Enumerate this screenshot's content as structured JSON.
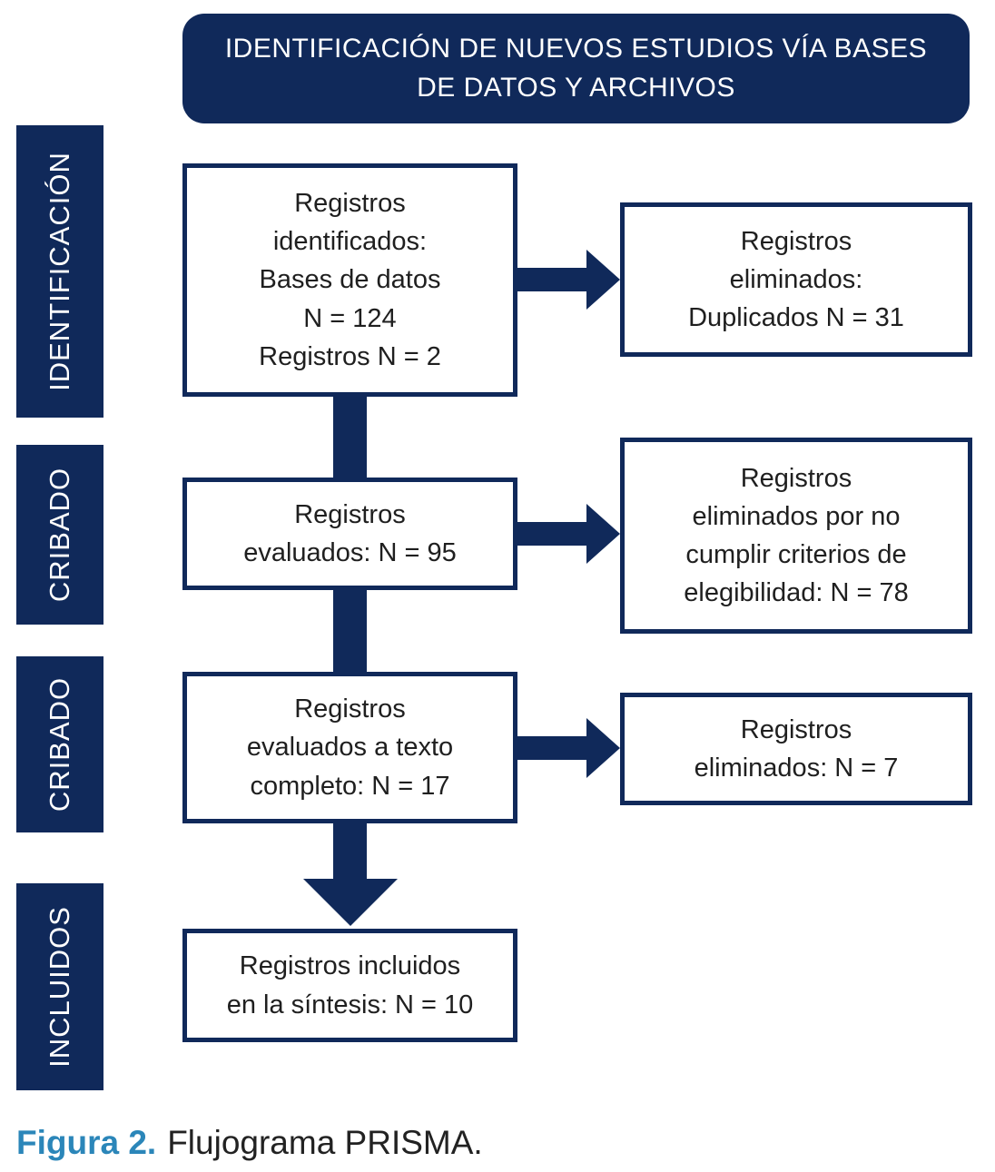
{
  "colors": {
    "navy": "#10295a",
    "caption_blue": "#2b86b9",
    "text_dark": "#1f1f1f"
  },
  "header": {
    "title": "IDENTIFICACIÓN DE NUEVOS ESTUDIOS VÍA BASES\nDE DATOS Y ARCHIVOS"
  },
  "sidebar": {
    "stages": [
      {
        "label": "IDENTIFICACIÓN"
      },
      {
        "label": "CRIBADO"
      },
      {
        "label": "CRIBADO"
      },
      {
        "label": "INCLUIDOS"
      }
    ]
  },
  "flow": {
    "main_boxes": [
      {
        "text": "Registros\nidentificados:\nBases de datos\nN = 124\nRegistros N = 2"
      },
      {
        "text": "Registros\nevaluados: N = 95"
      },
      {
        "text": "Registros\nevaluados a texto\ncompleto: N = 17"
      },
      {
        "text": "Registros incluidos\nen la síntesis: N = 10"
      }
    ],
    "side_boxes": [
      {
        "text": "Registros\neliminados:\nDuplicados N = 31"
      },
      {
        "text": "Registros\neliminados por no\ncumplir criterios de\nelegibilidad: N = 78"
      },
      {
        "text": "Registros\neliminados: N = 7"
      }
    ]
  },
  "caption": {
    "label": "Figura 2.",
    "text": "Flujograma PRISMA."
  }
}
